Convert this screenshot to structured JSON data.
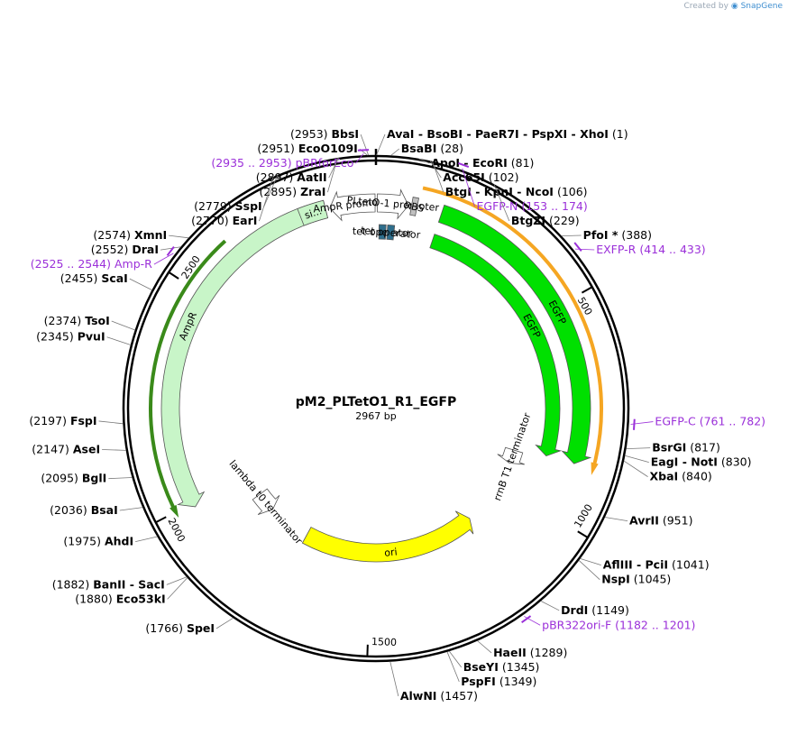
{
  "credit": {
    "prefix": "Created by",
    "brand": "SnapGene"
  },
  "plasmid": {
    "name": "pM2_PLTetO1_R1_EGFP",
    "length_label": "2967 bp",
    "length": 2967
  },
  "colors": {
    "egfp": "#00e000",
    "ampr": "#c8f5c8",
    "ori": "#ffff00",
    "tetop": "#2e6e8c",
    "rbs": "#c0c0c0",
    "primer": "#9b30d9",
    "orange_feature": "#f5a623",
    "green_feature": "#3a8a1a"
  },
  "ticks": [
    {
      "pos": 500,
      "label": "500"
    },
    {
      "pos": 1000,
      "label": "1000"
    },
    {
      "pos": 1500,
      "label": "1500"
    },
    {
      "pos": 2000,
      "label": "2000"
    },
    {
      "pos": 2500,
      "label": "2500"
    }
  ],
  "features": [
    {
      "name": "EGFP",
      "label": "EGFP",
      "start": 153,
      "end": 870,
      "strand": 1,
      "track": 0,
      "color": "#00e000"
    },
    {
      "name": "EGFP-inner",
      "label": "EGFP",
      "start": 153,
      "end": 870,
      "strand": 1,
      "track": 1,
      "color": "#00e000"
    },
    {
      "name": "ori",
      "label": "ori",
      "start": 1150,
      "end": 1720,
      "strand": -1,
      "track": 2,
      "color": "#ffff00"
    },
    {
      "name": "AmpR",
      "label": "AmpR",
      "start": 1990,
      "end": 2850,
      "strand": -1,
      "track": 0,
      "color": "#c8f5c8"
    },
    {
      "name": "AmpR-sig",
      "label": "si...",
      "start": 2790,
      "end": 2850,
      "strand": 0,
      "track": 0,
      "color": "#c8f5c8"
    },
    {
      "name": "AmpR-promoter",
      "label": "AmpR promoter",
      "start": 2860,
      "end": 2965,
      "strand": -1,
      "track": 0,
      "color": "#ffffff"
    },
    {
      "name": "rrnB-T1-terminator",
      "label": "rrnB T1 terminator",
      "start": 880,
      "end": 925,
      "strand": 1,
      "track": 2,
      "color": "#ffffff"
    },
    {
      "name": "lambda-t0-terminator",
      "label": "lambda t0 terminator",
      "start": 1860,
      "end": 1925,
      "strand": -1,
      "track": 2,
      "color": "#ffffff"
    },
    {
      "name": "PLtetO-1-promoter",
      "label": "PLtetO-1 promoter",
      "start": 3,
      "end": 75,
      "strand": 1,
      "track": 0,
      "color": "#ffffff"
    },
    {
      "name": "tet-operator-1",
      "label": "tet operator",
      "start": 8,
      "end": 26,
      "strand": 0,
      "track": 1,
      "color": "#2e6e8c"
    },
    {
      "name": "tet-operator-2",
      "label": "tet operator",
      "start": 30,
      "end": 48,
      "strand": 0,
      "track": 1,
      "color": "#2e6e8c"
    },
    {
      "name": "RBS",
      "label": "RBS",
      "start": 82,
      "end": 95,
      "strand": 0,
      "track": 0,
      "color": "#c0c0c0"
    },
    {
      "name": "orange-feature",
      "label": "",
      "start": 100,
      "end": 880,
      "strand": 1,
      "track": -1,
      "color": "#f5a623"
    },
    {
      "name": "green-feature",
      "label": "",
      "start": 1990,
      "end": 2620,
      "strand": -1,
      "track": -1,
      "color": "#3a8a1a"
    }
  ],
  "sites": [
    {
      "text": "(2953)  BbsI",
      "num": "(2953)",
      "name": "BbsI",
      "pos": 2953
    },
    {
      "text": "AvaI - BsoBI - PaeR7I - PspXI - XhoI  (1)",
      "num": "(1)",
      "name": "AvaI  -  BsoBI  -  PaeR7I  -  PspXI  -  XhoI",
      "pos": 1
    },
    {
      "text": "(2951)  EcoO109I",
      "num": "(2951)",
      "name": "EcoO109I",
      "pos": 2951
    },
    {
      "text": "BsaBI  (28)",
      "num": "(28)",
      "name": "BsaBI",
      "pos": 28
    },
    {
      "text": "ApoI - EcoRI  (81)",
      "num": "(81)",
      "name": "ApoI  -  EcoRI",
      "pos": 81
    },
    {
      "text": "(2897)  AatII",
      "num": "(2897)",
      "name": "AatII",
      "pos": 2897
    },
    {
      "text": "(2895)  ZraI",
      "num": "(2895)",
      "name": "ZraI",
      "pos": 2895
    },
    {
      "text": "Acc65I  (102)",
      "num": "(102)",
      "name": "Acc65I",
      "pos": 102
    },
    {
      "text": "BtgI - KpnI - NcoI  (106)",
      "num": "(106)",
      "name": "BtgI  -  KpnI  -  NcoI",
      "pos": 106
    },
    {
      "text": "(2779)  SspI",
      "num": "(2779)",
      "name": "SspI",
      "pos": 2779
    },
    {
      "text": "(2770)  EarI",
      "num": "(2770)",
      "name": "EarI",
      "pos": 2770
    },
    {
      "text": "BtgZI  (229)",
      "num": "(229)",
      "name": "BtgZI",
      "pos": 229
    },
    {
      "text": "PfoI *  (388)",
      "num": "(388)",
      "name": "PfoI *",
      "pos": 388
    },
    {
      "text": "(2574)  XmnI",
      "num": "(2574)",
      "name": "XmnI",
      "pos": 2574
    },
    {
      "text": "(2552)  DraI",
      "num": "(2552)",
      "name": "DraI",
      "pos": 2552
    },
    {
      "text": "(2455)  ScaI",
      "num": "(2455)",
      "name": "ScaI",
      "pos": 2455
    },
    {
      "text": "(2374)  TsoI",
      "num": "(2374)",
      "name": "TsoI",
      "pos": 2374
    },
    {
      "text": "(2345)  PvuI",
      "num": "(2345)",
      "name": "PvuI",
      "pos": 2345
    },
    {
      "text": "BsrGI  (817)",
      "num": "(817)",
      "name": "BsrGI",
      "pos": 817
    },
    {
      "text": "EagI - NotI  (830)",
      "num": "(830)",
      "name": "EagI  -  NotI",
      "pos": 830
    },
    {
      "text": "XbaI  (840)",
      "num": "(840)",
      "name": "XbaI",
      "pos": 840
    },
    {
      "text": "(2197)  FspI",
      "num": "(2197)",
      "name": "FspI",
      "pos": 2197
    },
    {
      "text": "(2147)  AseI",
      "num": "(2147)",
      "name": "AseI",
      "pos": 2147
    },
    {
      "text": "(2095)  BglI",
      "num": "(2095)",
      "name": "BglI",
      "pos": 2095
    },
    {
      "text": "(2036)  BsaI",
      "num": "(2036)",
      "name": "BsaI",
      "pos": 2036
    },
    {
      "text": "AvrII  (951)",
      "num": "(951)",
      "name": "AvrII",
      "pos": 951
    },
    {
      "text": "(1975)  AhdI",
      "num": "(1975)",
      "name": "AhdI",
      "pos": 1975
    },
    {
      "text": "AflIII - PciI  (1041)",
      "num": "(1041)",
      "name": "AflIII  -  PciI",
      "pos": 1041
    },
    {
      "text": "NspI  (1045)",
      "num": "(1045)",
      "name": "NspI",
      "pos": 1045
    },
    {
      "text": "(1882)  BanII - SacI",
      "num": "(1882)",
      "name": "BanII  -  SacI",
      "pos": 1882
    },
    {
      "text": "(1880)  Eco53kI",
      "num": "(1880)",
      "name": "Eco53kI",
      "pos": 1880
    },
    {
      "text": "DrdI  (1149)",
      "num": "(1149)",
      "name": "DrdI",
      "pos": 1149
    },
    {
      "text": "(1766)  SpeI",
      "num": "(1766)",
      "name": "SpeI",
      "pos": 1766
    },
    {
      "text": "HaeII  (1289)",
      "num": "(1289)",
      "name": "HaeII",
      "pos": 1289
    },
    {
      "text": "BseYI  (1345)",
      "num": "(1345)",
      "name": "BseYI",
      "pos": 1345
    },
    {
      "text": "PspFI  (1349)",
      "num": "(1349)",
      "name": "PspFI",
      "pos": 1349
    },
    {
      "text": "(1457)  AlwNI",
      "num": "(1457)",
      "name": "AlwNI",
      "pos": 1457
    }
  ],
  "primers": [
    {
      "name": "pBRforEco",
      "range": "(2935 .. 2953)",
      "pos": 2944
    },
    {
      "name": "EGFP-N",
      "range": "(153 .. 174)",
      "pos": 163
    },
    {
      "name": "EXFP-R",
      "range": "(414 .. 433)",
      "pos": 423
    },
    {
      "name": "Amp-R",
      "range": "(2525 .. 2544)",
      "pos": 2534
    },
    {
      "name": "EGFP-C",
      "range": "(761 .. 782)",
      "pos": 771
    },
    {
      "name": "pBR322ori-F",
      "range": "(1182 .. 1201)",
      "pos": 1191
    }
  ]
}
